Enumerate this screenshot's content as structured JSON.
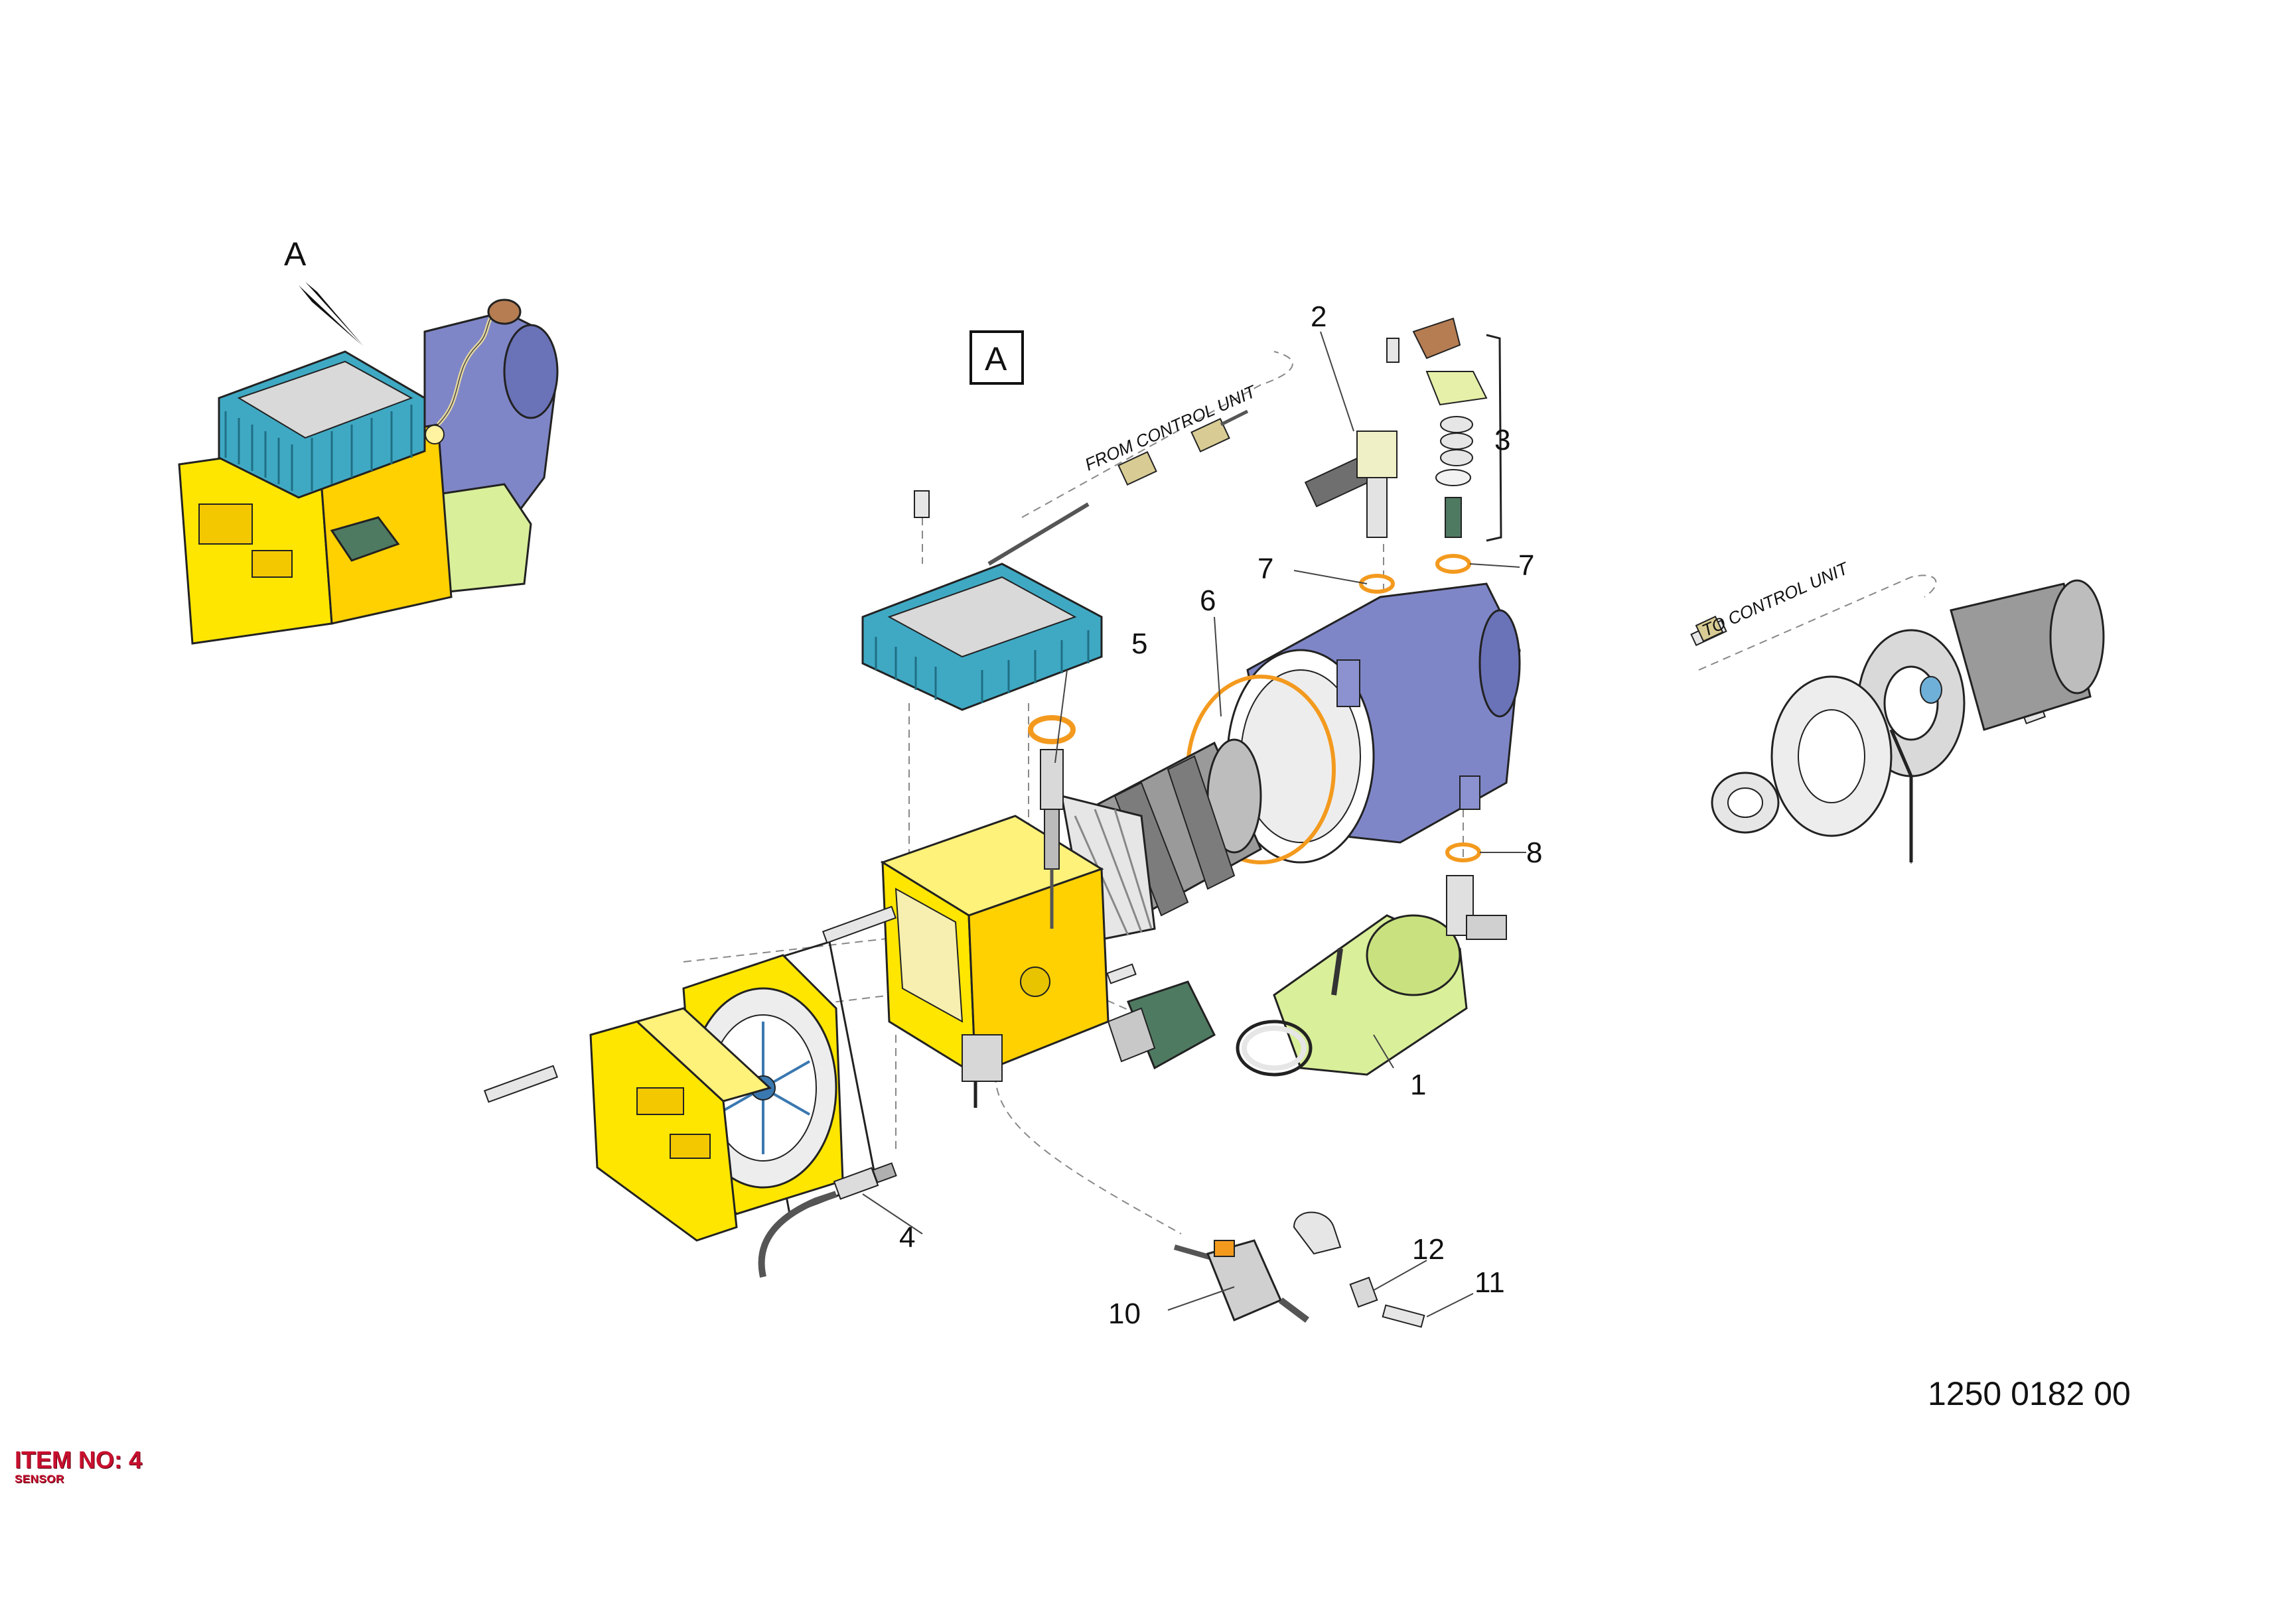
{
  "diagram": {
    "view_marker": "A",
    "view_box_label": "A",
    "annotations": {
      "from_control_unit": "FROM CONTROL UNIT",
      "to_control_unit": "TO CONTROL UNIT"
    },
    "callouts": [
      "1",
      "2",
      "3",
      "4",
      "5",
      "6",
      "7",
      "7",
      "8",
      "10",
      "11",
      "12"
    ],
    "drawing_number": "1250 0182 00"
  },
  "item": {
    "number_label": "ITEM NO: 4",
    "description": "SENSOR"
  },
  "colors": {
    "housing_yellow": "#ffe600",
    "control_unit_blue": "#3fa9c4",
    "heat_exchanger_purple": "#7f86c7",
    "pump_green": "#d9ef9a",
    "sensor_green": "#4f7a62",
    "gasket_orange": "#f39a1e"
  }
}
